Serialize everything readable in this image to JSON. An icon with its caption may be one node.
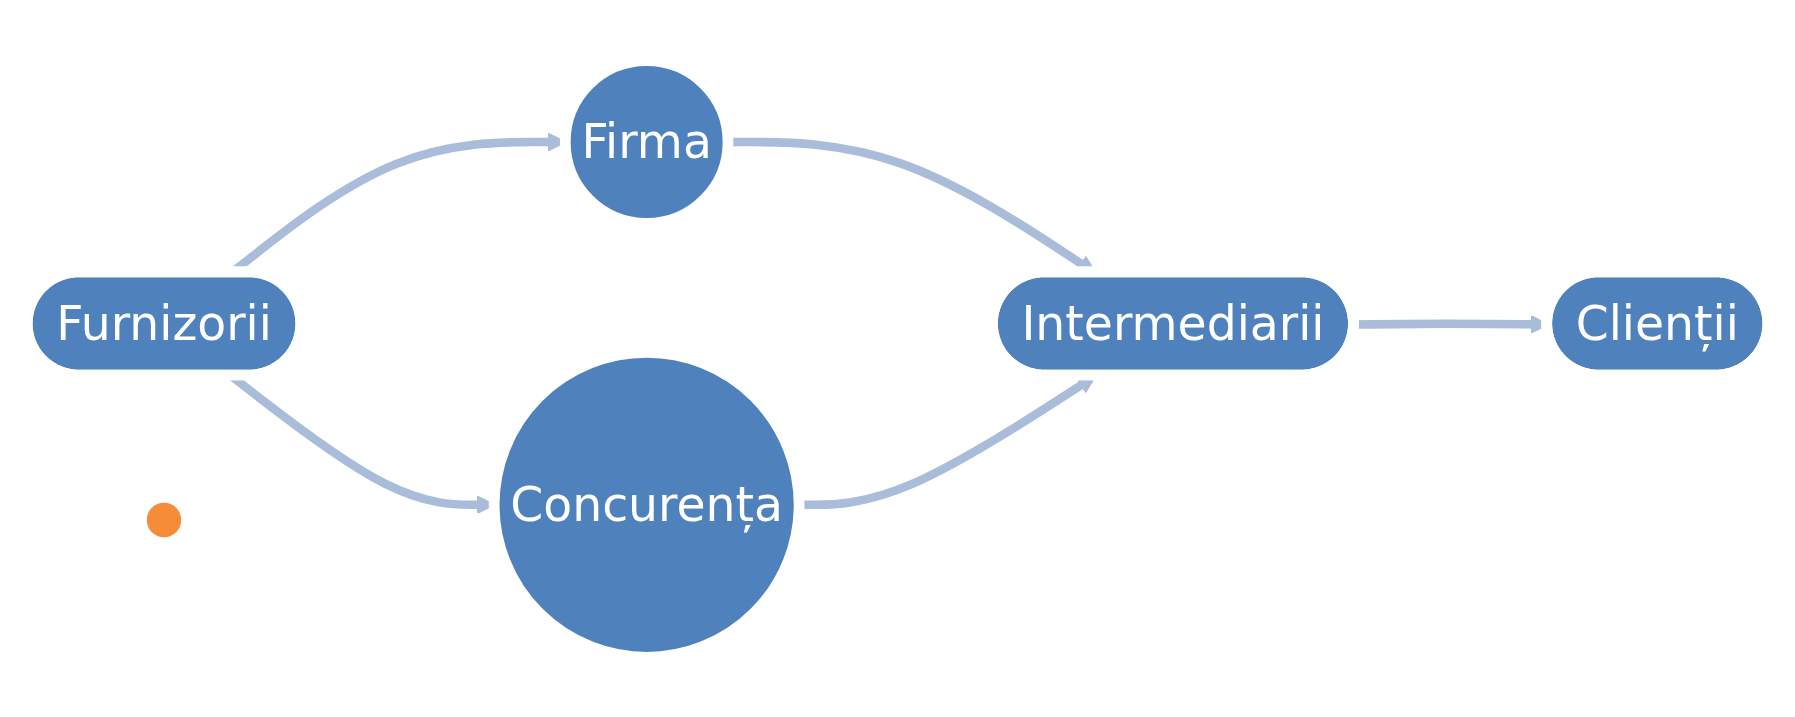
{
  "diagram": {
    "nodes": [
      {
        "text": [
          "Furnizorii"
        ]
      },
      {
        "text": [
          "Firma"
        ]
      },
      {
        "text": [
          "Concurența"
        ]
      },
      {
        "text": [
          "Intermediarii"
        ]
      },
      {
        "text": [
          "Clienții"
        ]
      },
      {
        "text": [],
        "shape": "circle"
      }
    ],
    "edges": [
      {
        "from": 0,
        "to": 1,
        "arrow": "to"
      },
      {
        "from": 0,
        "to": 2,
        "arrow": "to"
      },
      {
        "from": 1,
        "to": 3,
        "arrow": "to"
      },
      {
        "from": 2,
        "to": 3,
        "arrow": "to"
      },
      {
        "from": 3,
        "to": 4,
        "arrow": "to"
      }
    ]
  }
}
